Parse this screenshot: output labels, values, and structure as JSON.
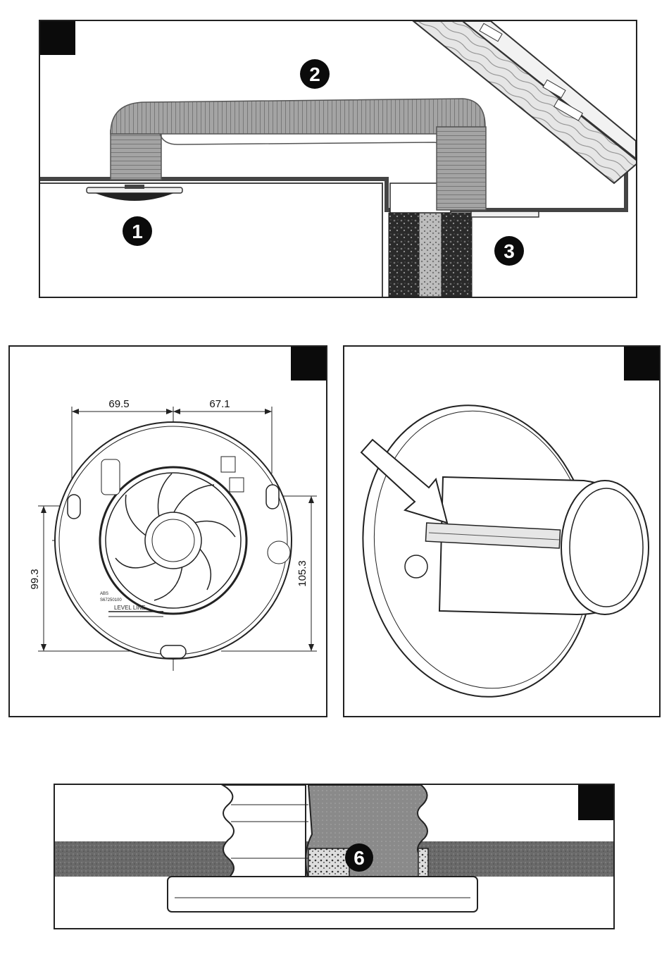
{
  "panel_top": {
    "callouts": [
      "1",
      "2",
      "3"
    ]
  },
  "panel_dimensions": {
    "dims": {
      "top_left": "69.5",
      "top_right": "67.1",
      "left": "99.3",
      "right": "105.3"
    },
    "fan_label": "LEVEL LINE",
    "fan_small_text_1": "ABS",
    "fan_small_text_2": "S67250100"
  },
  "panel_bottom": {
    "callouts": [
      "6"
    ]
  },
  "colors": {
    "corner_box": "#0b0b0b",
    "callout_fill": "#0b0b0b",
    "duct_fill": "#9a9a9a",
    "insulation_fill": "#5a5a5a"
  }
}
